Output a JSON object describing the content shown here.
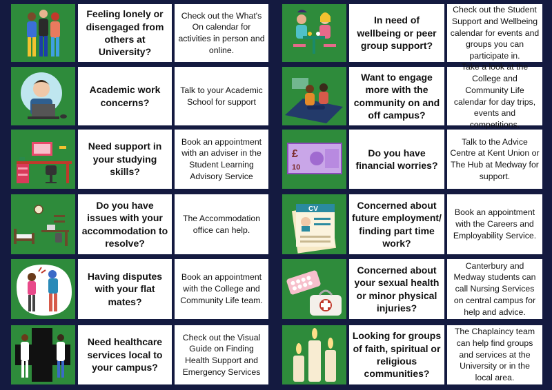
{
  "cards": [
    {
      "question": "Feeling lonely or disengaged from others at University?",
      "answer": "Check out the What's On calendar for activities in person and online.",
      "icon": "group-of-students-icon"
    },
    {
      "question": "In need of wellbeing or peer group support?",
      "answer": "Check out the Student Support and Wellbeing calendar for events and groups you can participate in.",
      "icon": "friends-at-table-icon"
    },
    {
      "question": "Academic work concerns?",
      "answer": "Talk to your Academic School for support",
      "icon": "worried-student-laptop-icon"
    },
    {
      "question": "Want to engage more with the community on and off campus?",
      "answer": "Take a look at the College and Community Life calendar for day trips, events and competitions.",
      "icon": "friends-picnic-icon"
    },
    {
      "question": "Need support in your studying skills?",
      "answer": "Book an appointment with an adviser in the Student Learning Advisory Service",
      "icon": "study-desk-icon"
    },
    {
      "question": "Do you have financial worries?",
      "answer": "Talk to the Advice Centre at Kent Union or The Hub at Medway for support.",
      "icon": "banknote-icon"
    },
    {
      "question": "Do you have issues with your accommodation to resolve?",
      "answer": "The Accommodation office can help.",
      "icon": "student-room-icon"
    },
    {
      "question": "Concerned about future employment/ finding part time work?",
      "answer": "Book an appointment with the Careers and Employability Service.",
      "icon": "cv-document-icon"
    },
    {
      "question": "Having disputes with your flat mates?",
      "answer": "Book an appointment with the College and Community Life team.",
      "icon": "arguing-flatmates-icon"
    },
    {
      "question": "Concerned about your sexual health or minor physical injuries?",
      "answer": "Canterbury and Medway students can call Nursing Services on central campus for help and advice.",
      "icon": "pills-first-aid-icon"
    },
    {
      "question": "Need healthcare services local to your campus?",
      "answer": "Check out the Visual Guide on Finding Health Support and Emergency Services",
      "icon": "medical-cross-icon"
    },
    {
      "question": "Looking for groups of faith, spiritual or religious communities?",
      "answer": "The Chaplaincy team can help find groups and services at the University or in the local area.",
      "icon": "candles-icon"
    }
  ]
}
